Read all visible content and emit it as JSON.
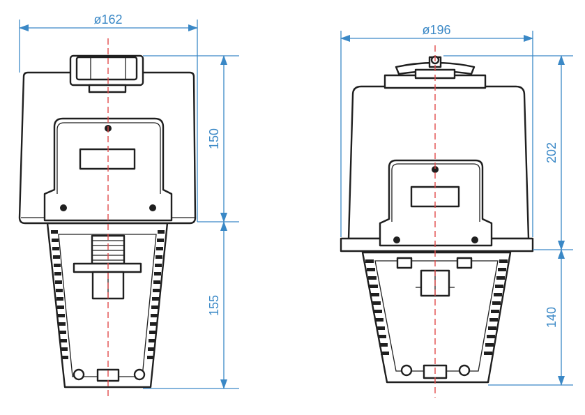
{
  "colors": {
    "outline": "#1f1f1f",
    "dimension": "#3a88c6",
    "centerline": "#e04a4a",
    "background": "#ffffff"
  },
  "views": [
    {
      "id": "left-view",
      "dimensions": {
        "diameter": "ø162",
        "upper_height": "150",
        "lower_height": "155"
      }
    },
    {
      "id": "right-view",
      "dimensions": {
        "diameter": "ø196",
        "upper_height": "202",
        "lower_height": "140"
      }
    }
  ]
}
